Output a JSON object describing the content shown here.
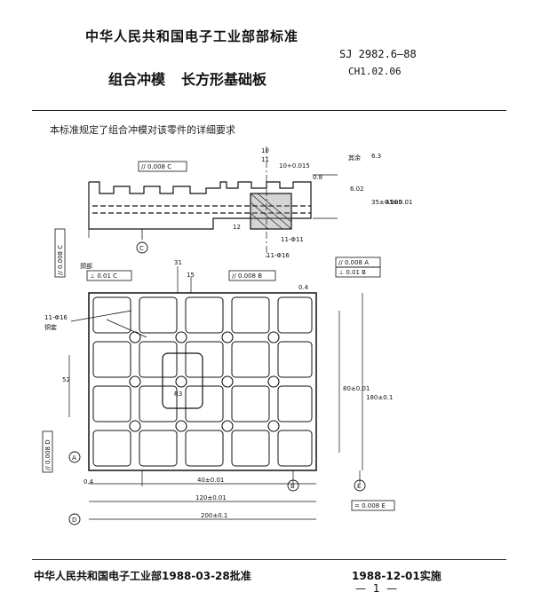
{
  "header": {
    "org": "中华人民共和国电子工业部部标准",
    "standard_no": "SJ 2982.6—88",
    "title_main": "组合冲模",
    "title_sub": "长方形基础板",
    "catalog_no": "CH1.02.06"
  },
  "intro": "本标准规定了组合冲模对该零件的详细要求",
  "drawing": {
    "roughness_note": "其余",
    "roughness_value": "6.3",
    "callout_grooves_a": "11-Φ16",
    "callout_grooves_b": "铜套",
    "datum_labels": [
      "A",
      "B",
      "C",
      "D",
      "E"
    ],
    "tolerance_frames": [
      {
        "symbol": "//",
        "value": "0.008",
        "datum": "C"
      },
      {
        "symbol": "//",
        "value": "0.008",
        "datum": "C"
      },
      {
        "symbol": "⊥",
        "value": "0.01",
        "datum": "C"
      },
      {
        "symbol": "//",
        "value": "0.008",
        "datum": "B"
      },
      {
        "symbol": "//",
        "value": "0.008",
        "datum": "A"
      },
      {
        "symbol": "⊥",
        "value": "0.01",
        "datum": "B"
      },
      {
        "symbol": "//",
        "value": "0.008",
        "datum": "D"
      },
      {
        "symbol": "=",
        "value": "0.008",
        "datum": "E"
      }
    ],
    "dims": {
      "d10": "10",
      "d11": "11",
      "d10_015": "10+0.015",
      "d31": "31",
      "d15": "15",
      "d52": "52",
      "d40": "40±0.01",
      "d120": "120±0.01",
      "d200": "200±0.1",
      "d80": "80±0.01",
      "d180": "180±0.1",
      "d45": "45±0.01",
      "d35": "35±0.005",
      "d6": "6.02",
      "d12": "12",
      "d11_11": "11-Φ11",
      "d11_16": "11-Φ16",
      "d_neck": "颈部",
      "r3": "R3"
    },
    "rough_marks": [
      "0.4",
      "0.8",
      "6.3"
    ]
  },
  "footer": {
    "approve": "中华人民共和国电子工业部1988-03-28批准",
    "implement": "1988-12-01实施",
    "page": "— 1 —"
  }
}
